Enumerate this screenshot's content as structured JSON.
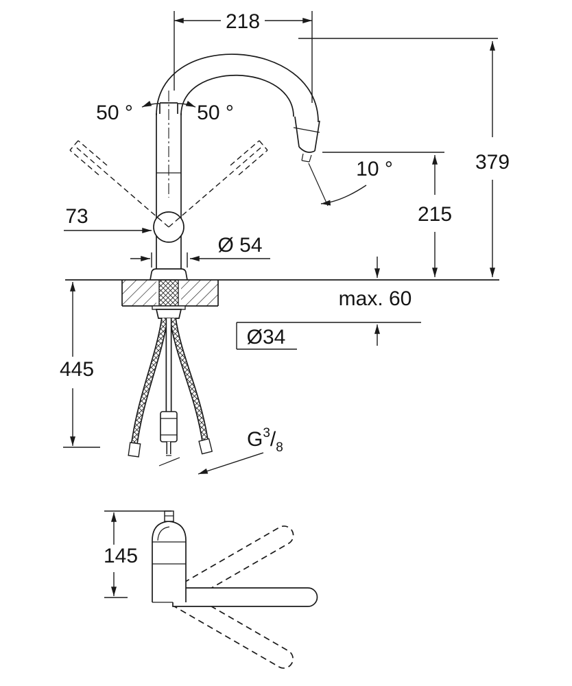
{
  "colors": {
    "line": "#1a1a1a",
    "background": "#ffffff"
  },
  "labels": {
    "spout_reach": "218",
    "swivel_left": "50 °",
    "swivel_right": "50 °",
    "spray_angle": "10 °",
    "total_height": "379",
    "outlet_height": "215",
    "lever_width": "73",
    "base_diameter": "Ø 54",
    "max_deck_thickness": "max. 60",
    "under_deck_length": "445",
    "hole_diameter": "Ø34",
    "side_view_height": "145",
    "thread_prefix": "G",
    "thread_numerator": "3",
    "thread_slash": "/",
    "thread_denominator": "8"
  }
}
